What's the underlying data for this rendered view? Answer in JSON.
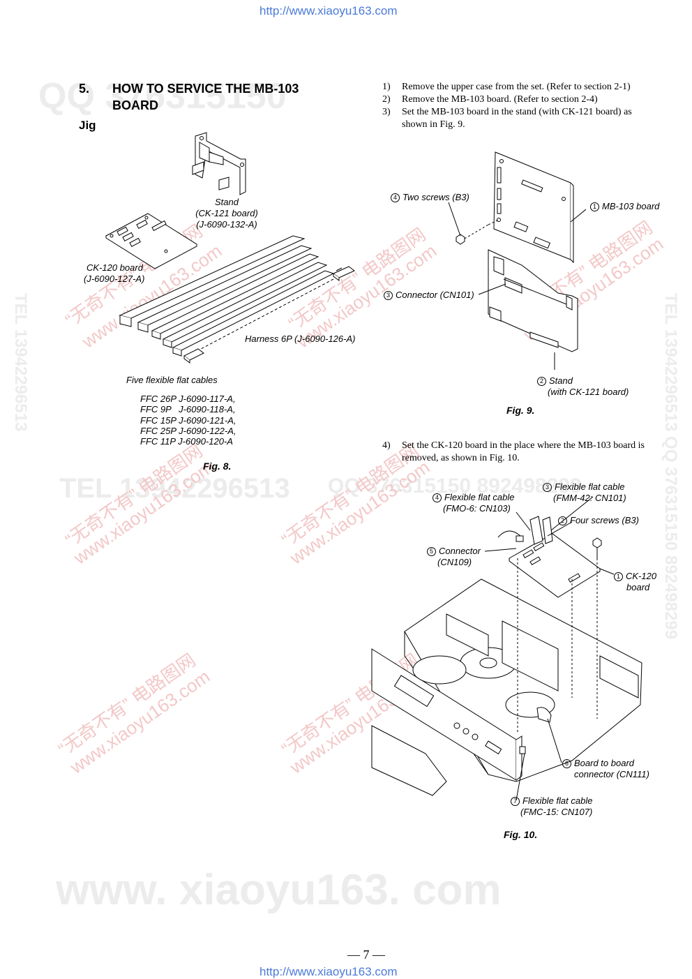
{
  "header_url": "http://www.xiaoyu163.com",
  "footer_url": "http://www.xiaoyu163.com",
  "page_number": "— 7 —",
  "watermarks": {
    "qq_top": "QQ 376315150",
    "tel_mid": "TEL 13942296513",
    "qq_mid": "QQ 376315150  892498299",
    "bottom": "www. xiaoyu163. com",
    "side_right": "TEL 13942296513  QQ 376315150  892498299",
    "side_left": "TEL 13942296513",
    "red_cn": "“无奇不有” 电路图网",
    "red_url": "www.xiaoyu163.com"
  },
  "section": {
    "number": "5.",
    "title_line1": "HOW TO SERVICE THE MB-103",
    "title_line2": "BOARD",
    "jig_label": "Jig"
  },
  "fig8": {
    "stand_label": [
      "Stand",
      "(CK-121 board)",
      "(J-6090-132-A)"
    ],
    "ck120_label": [
      "CK-120 board",
      "(J-6090-127-A)"
    ],
    "harness_label": "Harness 6P (J-6090-126-A)",
    "ffc_heading": "Five flexible flat cables",
    "ffc_list": [
      "FFC 26P J-6090-117-A,",
      "FFC 9P   J-6090-118-A,",
      "FFC 15P J-6090-121-A,",
      "FFC 25P J-6090-122-A,",
      "FFC 11P J-6090-120-A"
    ],
    "caption": "Fig. 8."
  },
  "steps_a": [
    {
      "num": "1)",
      "text": "Remove the upper case from the set. (Refer to section 2-1)"
    },
    {
      "num": "2)",
      "text": "Remove the MB-103 board. (Refer to section 2-4)"
    },
    {
      "num": "3)",
      "text": "Set the MB-103 board in the stand (with CK-121 board) as",
      "cont": "shown in Fig. 9."
    }
  ],
  "fig9": {
    "two_screws": {
      "n": "4",
      "text": "Two screws (B3)"
    },
    "mb103": {
      "n": "1",
      "text": "MB-103 board"
    },
    "connector": {
      "n": "3",
      "text": "Connector (CN101)"
    },
    "stand": {
      "n": "2",
      "text": "Stand",
      "text2": "(with CK-121 board)"
    },
    "caption": "Fig. 9."
  },
  "steps_b": [
    {
      "num": "4)",
      "text": "Set the CK-120 board in the place where the MB-103 board is",
      "cont": "removed, as shown in Fig. 10."
    }
  ],
  "fig10": {
    "ffc_fmm": {
      "n": "3",
      "text": "Flexible flat cable",
      "text2": "(FMM-42: CN101)"
    },
    "ffc_fmo": {
      "n": "4",
      "text": "Flexible flat cable",
      "text2": "(FMO-6: CN103)"
    },
    "four_screws": {
      "n": "2",
      "text": "Four screws (B3)"
    },
    "connector": {
      "n": "5",
      "text": "Connector",
      "text2": "(CN109)"
    },
    "ck120": {
      "n": "1",
      "text": "CK-120",
      "text2": "board"
    },
    "b2b": {
      "n": "6",
      "text": "Board to board",
      "text2": "connector (CN111)"
    },
    "ffc_fmc": {
      "n": "7",
      "text": "Flexible flat cable",
      "text2": "(FMC-15: CN107)"
    },
    "caption": "Fig. 10."
  }
}
